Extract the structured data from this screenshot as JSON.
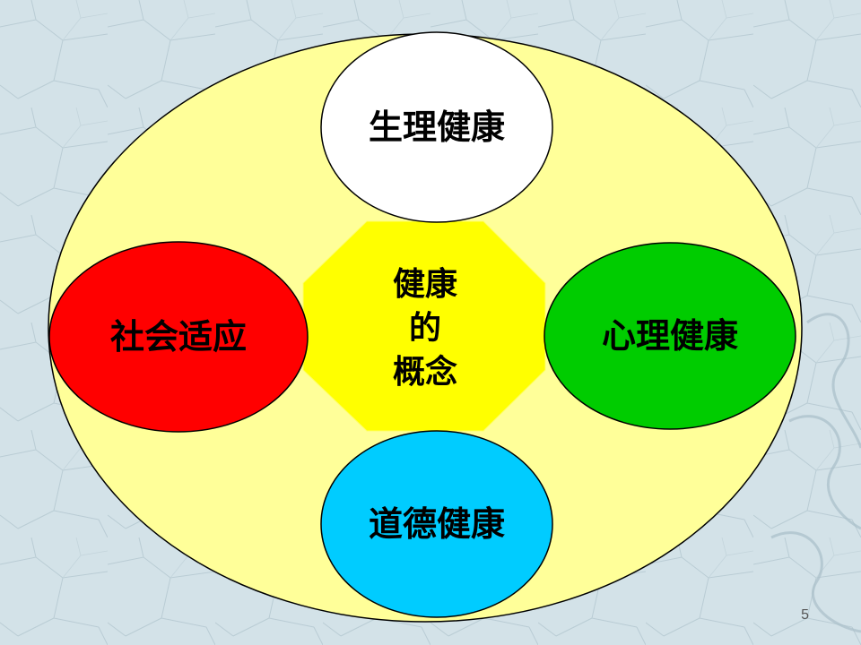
{
  "slide": {
    "page_number": "5",
    "background_color": "#d3e2e8",
    "outer_oval_color": "#ffff99"
  },
  "diagram": {
    "center": {
      "lines": [
        "健康",
        "的",
        "概念"
      ],
      "color": "#ffff00"
    },
    "nodes": [
      {
        "id": "physical",
        "label": "生理健康",
        "color": "#ffffff"
      },
      {
        "id": "social",
        "label": "社会适应",
        "color": "#ff0000"
      },
      {
        "id": "psychological",
        "label": "心理健康",
        "color": "#00cc00"
      },
      {
        "id": "moral",
        "label": "道德健康",
        "color": "#00ccff"
      }
    ]
  }
}
